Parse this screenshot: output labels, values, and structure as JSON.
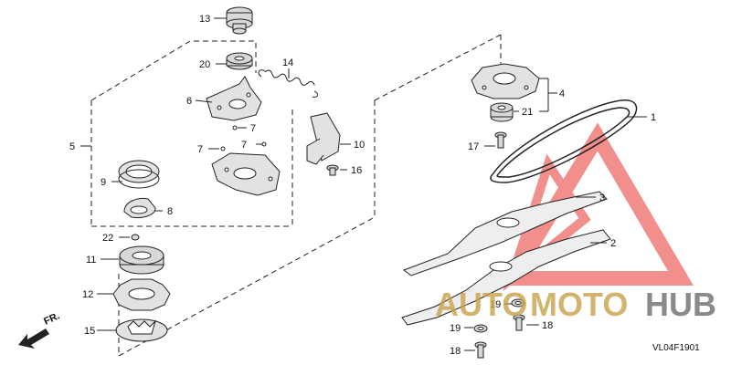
{
  "diagram": {
    "labels": {
      "p1": "1",
      "p2": "2",
      "p3": "3",
      "p4": "4",
      "p5": "5",
      "p6": "6",
      "p7a": "7",
      "p7b": "7",
      "p7c": "7",
      "p8": "8",
      "p9": "9",
      "p10": "10",
      "p11": "11",
      "p12": "12",
      "p13": "13",
      "p14": "14",
      "p15": "15",
      "p16": "16",
      "p17": "17",
      "p18a": "18",
      "p18b": "18",
      "p19a": "19",
      "p19b": "19",
      "p20": "20",
      "p21": "21",
      "p22": "22"
    },
    "code": "VL04F1901",
    "front_marker": "FR.",
    "watermark": {
      "auto": "AUTO",
      "moto": "MOTO",
      "hub": "HUB"
    },
    "colors": {
      "line": "#222222",
      "part_fill": "#d8d8d8",
      "wm_red": "#e4342f",
      "wm_gold": "#c9a24a",
      "wm_gray": "#6e6e6e"
    }
  }
}
